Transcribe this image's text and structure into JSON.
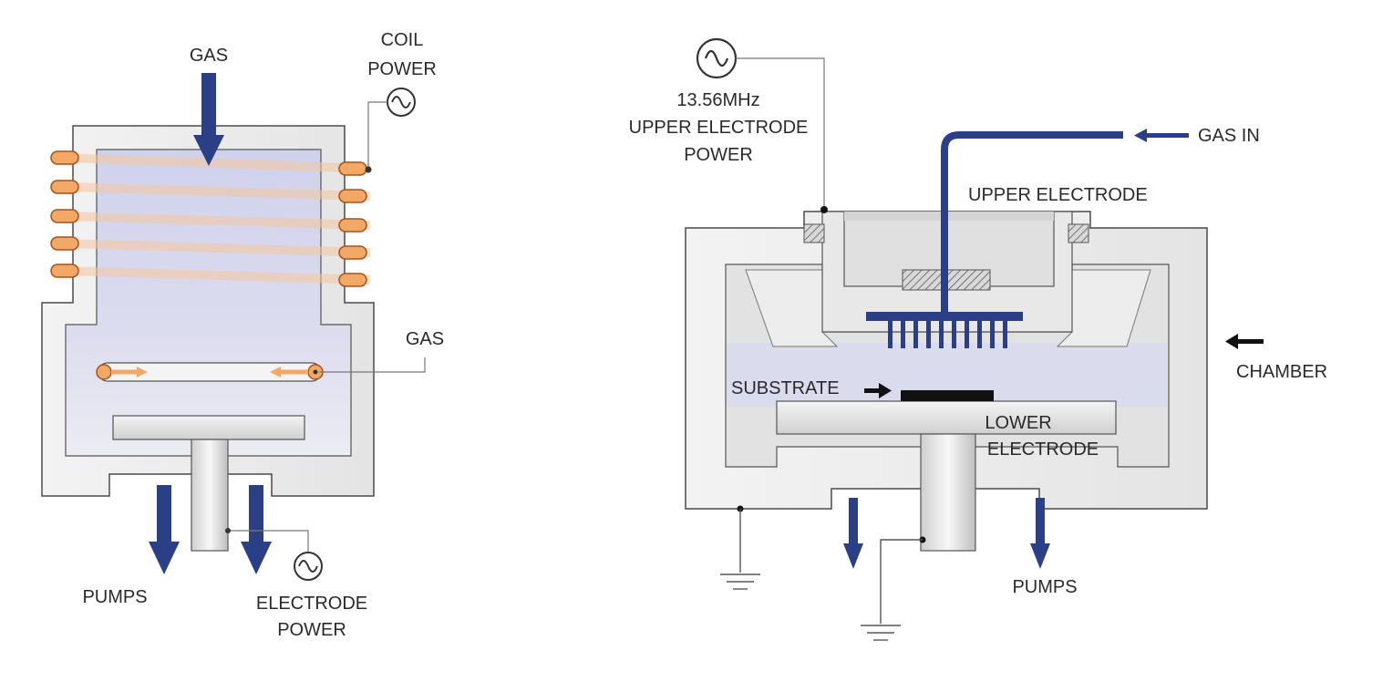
{
  "icp_reactor": {
    "gas_top_label": "GAS",
    "coil_power_label": [
      "COIL",
      "POWER"
    ],
    "gas_side_label": "GAS",
    "pumps_label": "PUMPS",
    "electrode_power_label": [
      "ELECTRODE",
      "POWER"
    ]
  },
  "parallel_plate_reactor": {
    "power_label": [
      "13.56MHz",
      "UPPER ELECTRODE",
      "POWER"
    ],
    "gas_in_label": "GAS IN",
    "upper_electrode_label": "UPPER ELECTRODE",
    "chamber_label": "CHAMBER",
    "substrate_label": "SUBSTRATE",
    "lower_electrode_label": [
      "LOWER",
      "ELECTRODE"
    ],
    "pumps_label": "PUMPS"
  },
  "colors": {
    "wall_fill": "#ececec",
    "plasma": "#d7d9ee",
    "gas_arrow": "#2b3f87",
    "coil": "#f2a867",
    "coil_edge": "#a8521a",
    "outline": "#4a4a4a"
  }
}
